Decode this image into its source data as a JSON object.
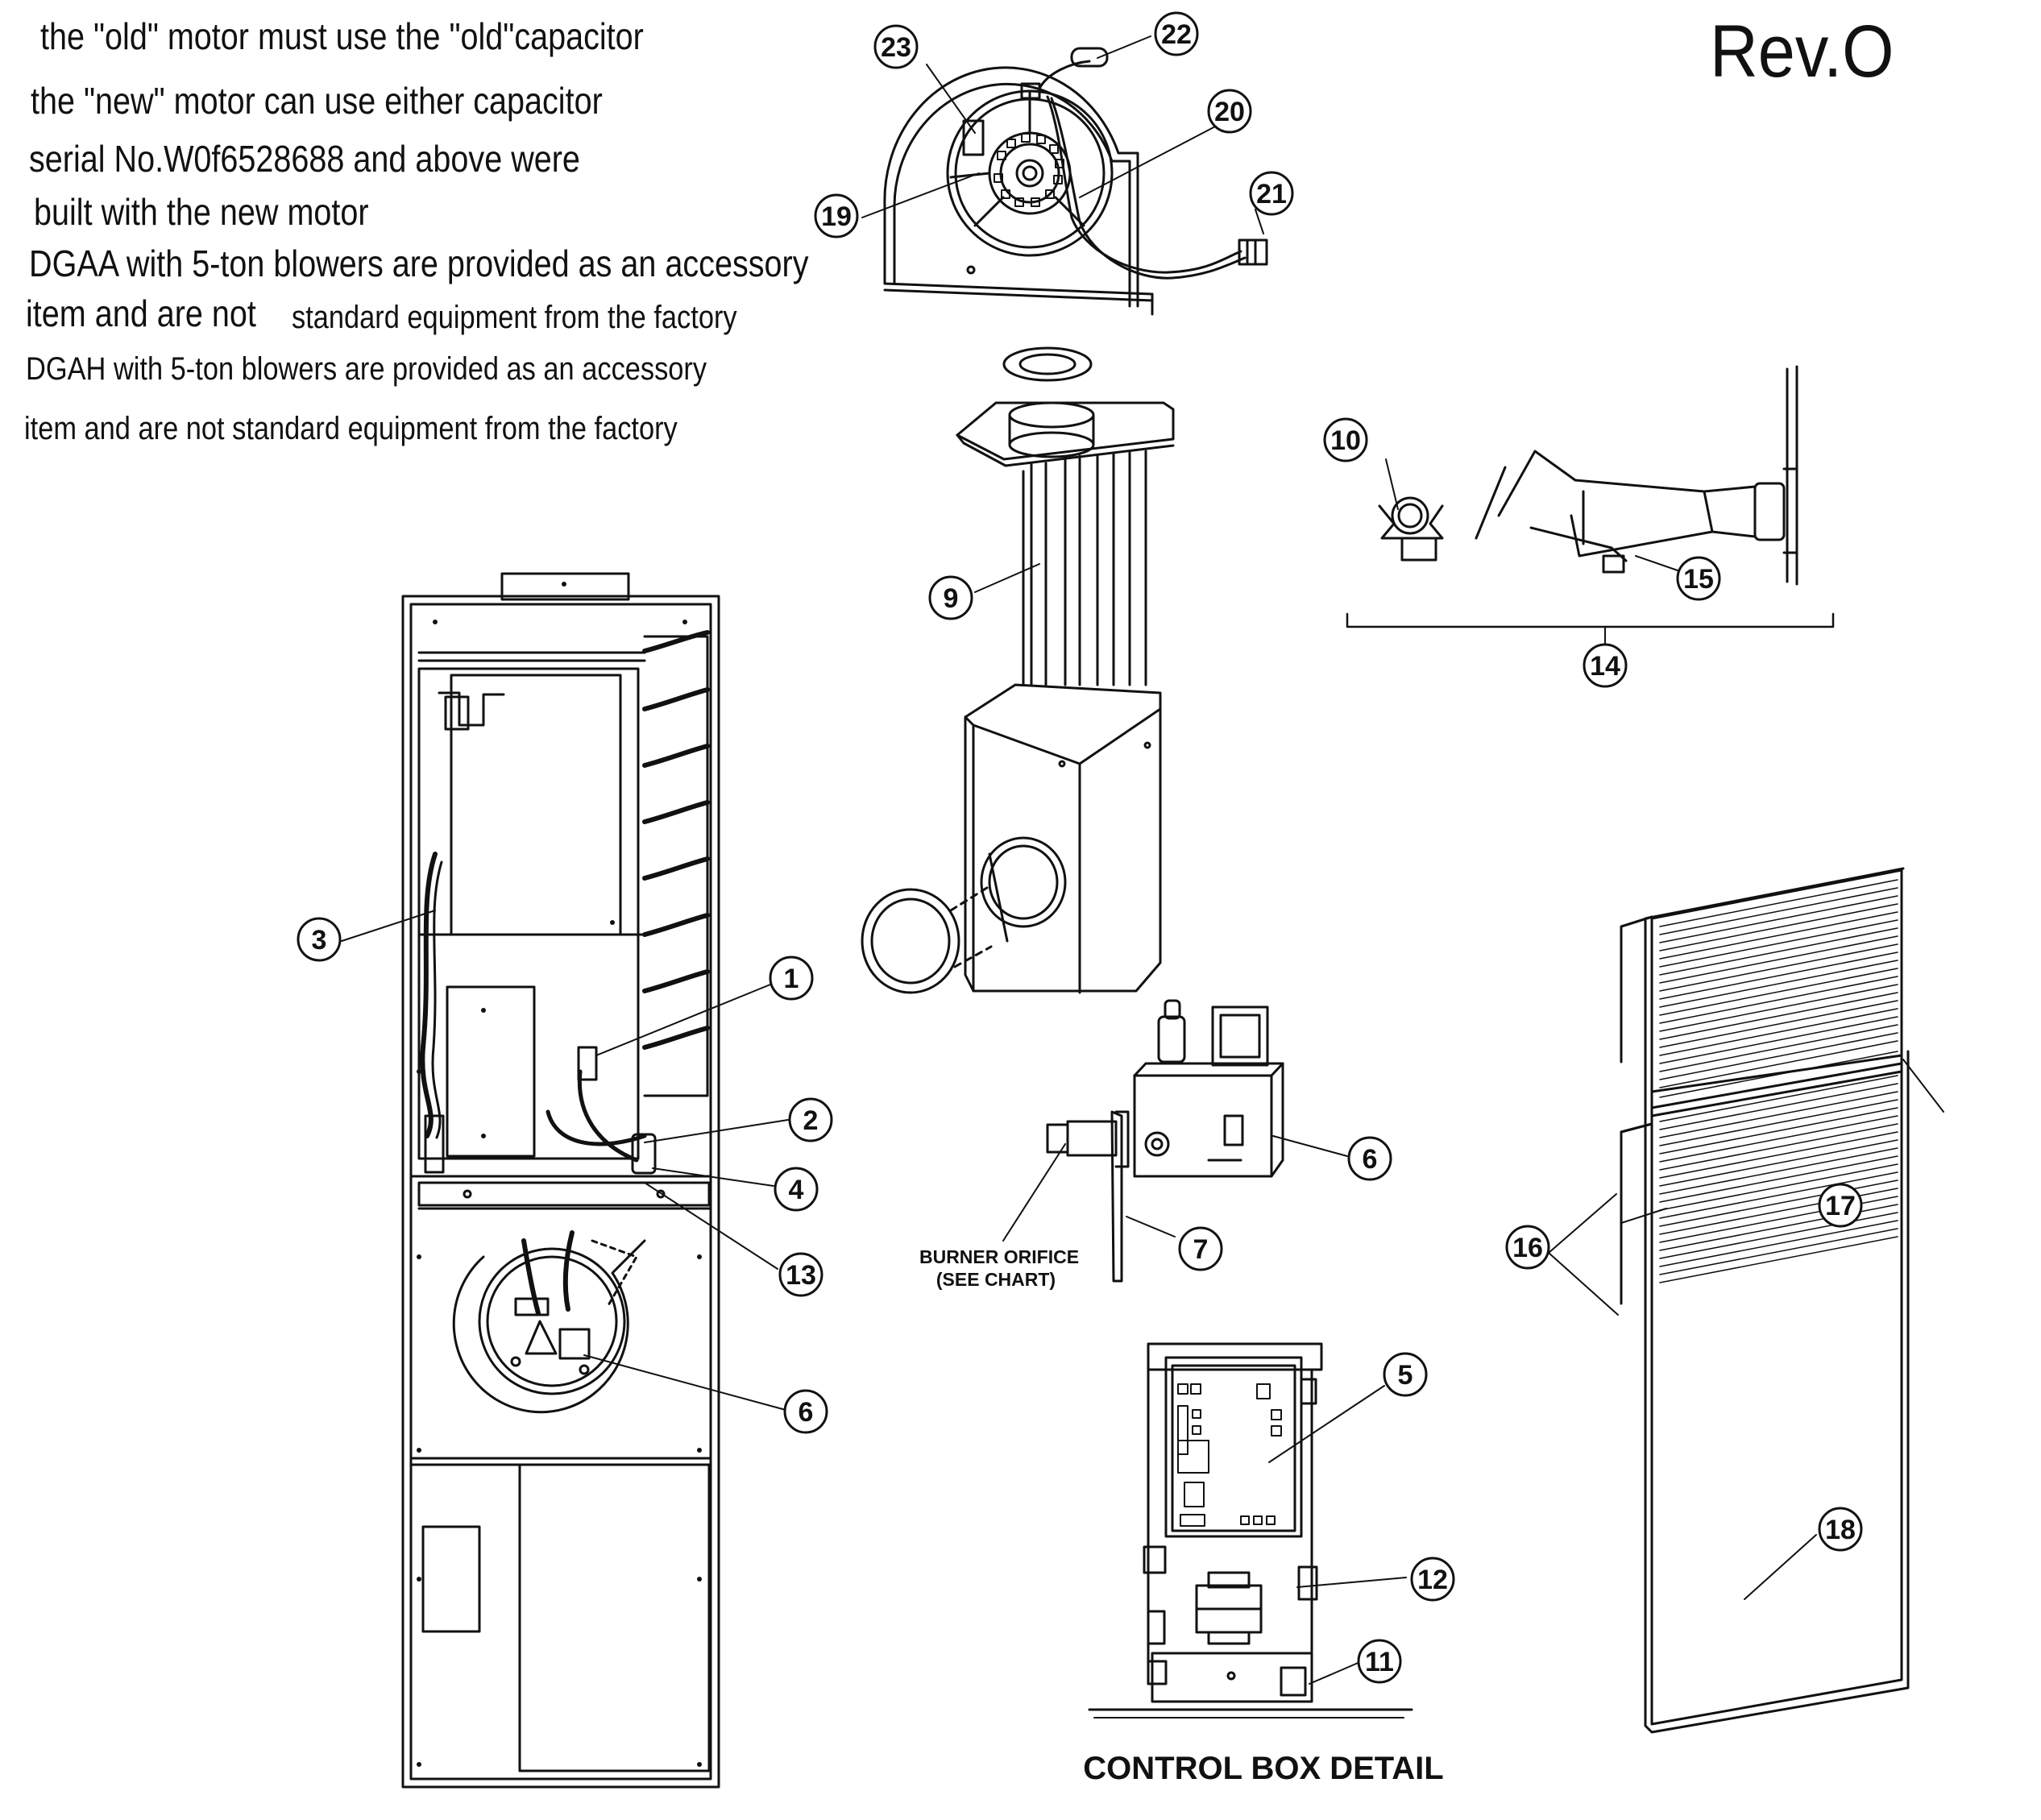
{
  "notes": [
    "the \"old\" motor must use the \"old\"capacitor",
    "the \"new\" motor can use either capacitor",
    "serial No.W0f6528688 and above were",
    "built with the new motor",
    "DGAA with 5-ton blowers are provided as an accessory",
    "item and are not",
    "standard equipment from the factory",
    "DGAH with 5-ton blowers are provided as an accessory",
    "item and are not standard equipment from the factory"
  ],
  "revision": "Rev.O",
  "burner_orifice": {
    "line1": "BURNER ORIFICE",
    "line2": "(SEE CHART)"
  },
  "control_box_label": "CONTROL BOX DETAIL",
  "callouts": [
    "1",
    "2",
    "3",
    "4",
    "5",
    "6",
    "6",
    "7",
    "9",
    "10",
    "11",
    "12",
    "13",
    "14",
    "15",
    "16",
    "17",
    "18",
    "19",
    "20",
    "21",
    "22",
    "23"
  ]
}
